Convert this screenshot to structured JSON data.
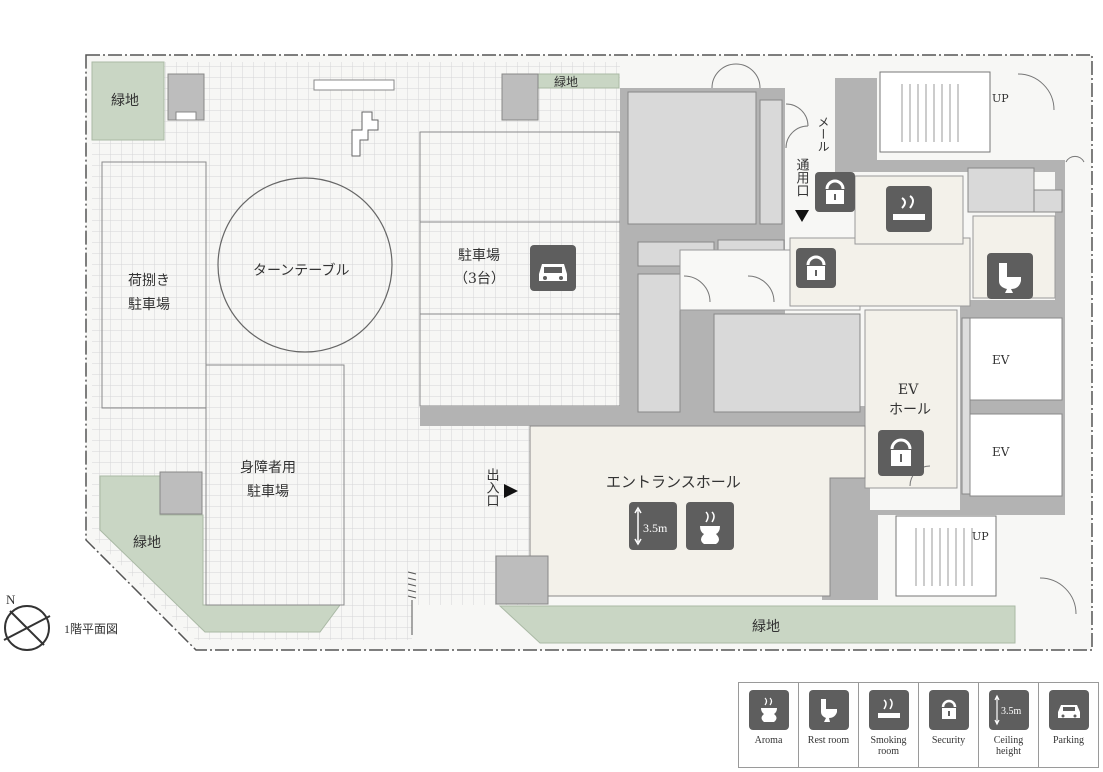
{
  "labels": {
    "greenery_nw": "緑地",
    "greenery_n": "緑地",
    "greenery_sw": "緑地",
    "greenery_s": "緑地",
    "loading_parking_line1": "荷捌き",
    "loading_parking_line2": "駐車場",
    "turntable": "ターンテーブル",
    "parking_line1": "駐車場",
    "parking_line2": "（3台）",
    "accessible_parking_line1": "身障者用",
    "accessible_parking_line2": "駐車場",
    "mail": "メール",
    "service_entrance": "通用口",
    "ev_hall_line1": "EV",
    "ev_hall_line2": "ホール",
    "ev1": "EV",
    "ev2": "EV",
    "entrance_hall": "エントランスホール",
    "exit_entrance": "出入口",
    "up1": "UP",
    "up2": "UP",
    "ceiling_height_value": "3.5m"
  },
  "compass": {
    "north": "N"
  },
  "caption": "1階平面図",
  "legend": [
    {
      "icon": "aroma-icon",
      "label": "Aroma"
    },
    {
      "icon": "rest-room-icon",
      "label": "Rest room"
    },
    {
      "icon": "smoking-room-icon",
      "label": "Smoking\nroom"
    },
    {
      "icon": "security-icon",
      "label": "Security"
    },
    {
      "icon": "ceiling-height-icon",
      "label": "Ceiling\nheight",
      "value": "3.5m"
    },
    {
      "icon": "parking-icon",
      "label": "Parking"
    }
  ],
  "colors": {
    "greenery": "#c9d6c4",
    "wall": "#b3b3b3",
    "room": "#d9d9d9",
    "entrance_floor": "#f3f1ea",
    "icon_bg": "#5e5e5e",
    "grid": "#d4d4d4"
  }
}
